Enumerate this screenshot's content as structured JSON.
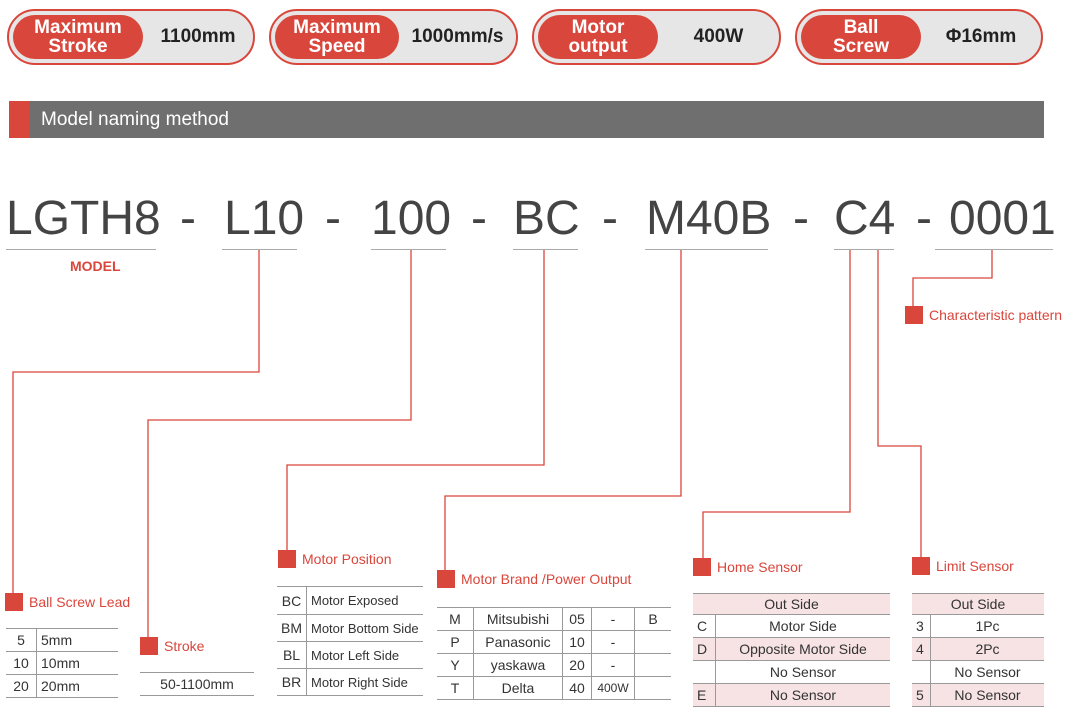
{
  "specs": [
    {
      "label_l1": "Maximum",
      "label_l2": "Stroke",
      "value": "1100mm"
    },
    {
      "label_l1": "Maximum",
      "label_l2": "Speed",
      "value": "1000mm/s"
    },
    {
      "label_l1": "Motor",
      "label_l2": "output",
      "value": "400W"
    },
    {
      "label_l1": "Ball",
      "label_l2": "Screw",
      "value": "Φ16mm"
    }
  ],
  "section_title": "Model naming method",
  "code": {
    "model": "LGTH8",
    "dash": "-",
    "lead": "L10",
    "stroke": "100",
    "position": "BC",
    "motor": "M40B",
    "sensor": "C4",
    "pattern": "0001",
    "model_caption": "MODEL"
  },
  "labels": {
    "pattern": "Characteristic pattern",
    "lead": "Ball Screw Lead",
    "stroke": "Stroke",
    "position": "Motor Position",
    "motor": "Motor Brand /Power Output",
    "home": "Home Sensor",
    "limit": "Limit Sensor"
  },
  "lead_table": [
    {
      "k": "5",
      "v": "5mm"
    },
    {
      "k": "10",
      "v": "10mm"
    },
    {
      "k": "20",
      "v": "20mm"
    }
  ],
  "stroke_range": "50-1100mm",
  "position_table": [
    {
      "k": "BC",
      "v": "Motor Exposed"
    },
    {
      "k": "BM",
      "v": "Motor Bottom Side"
    },
    {
      "k": "BL",
      "v": "Motor Left Side"
    },
    {
      "k": "BR",
      "v": "Motor Right Side"
    }
  ],
  "motor_table": [
    {
      "k": "M",
      "brand": "Mitsubishi",
      "n": "05",
      "w": "-",
      "b": "B"
    },
    {
      "k": "P",
      "brand": "Panasonic",
      "n": "10",
      "w": "-",
      "b": ""
    },
    {
      "k": "Y",
      "brand": "yaskawa",
      "n": "20",
      "w": "-",
      "b": ""
    },
    {
      "k": "T",
      "brand": "Delta",
      "n": "40",
      "w": "400W",
      "b": ""
    }
  ],
  "home_table": {
    "header": "Out Side",
    "rows": [
      {
        "k": "C",
        "v": "Motor Side"
      },
      {
        "k": "D",
        "v": "Opposite Motor Side"
      },
      {
        "k": "",
        "v": "No Sensor"
      },
      {
        "k": "E",
        "v": "No Sensor"
      }
    ]
  },
  "limit_table": {
    "header": "Out Side",
    "rows": [
      {
        "k": "3",
        "v": "1Pc"
      },
      {
        "k": "4",
        "v": "2Pc"
      },
      {
        "k": "",
        "v": "No Sensor"
      },
      {
        "k": "5",
        "v": "No Sensor"
      }
    ]
  },
  "colors": {
    "accent": "#d9463b",
    "bar": "#6f6f6f",
    "pill_bg": "#e6e6e6",
    "pink": "#f7e3e3"
  }
}
